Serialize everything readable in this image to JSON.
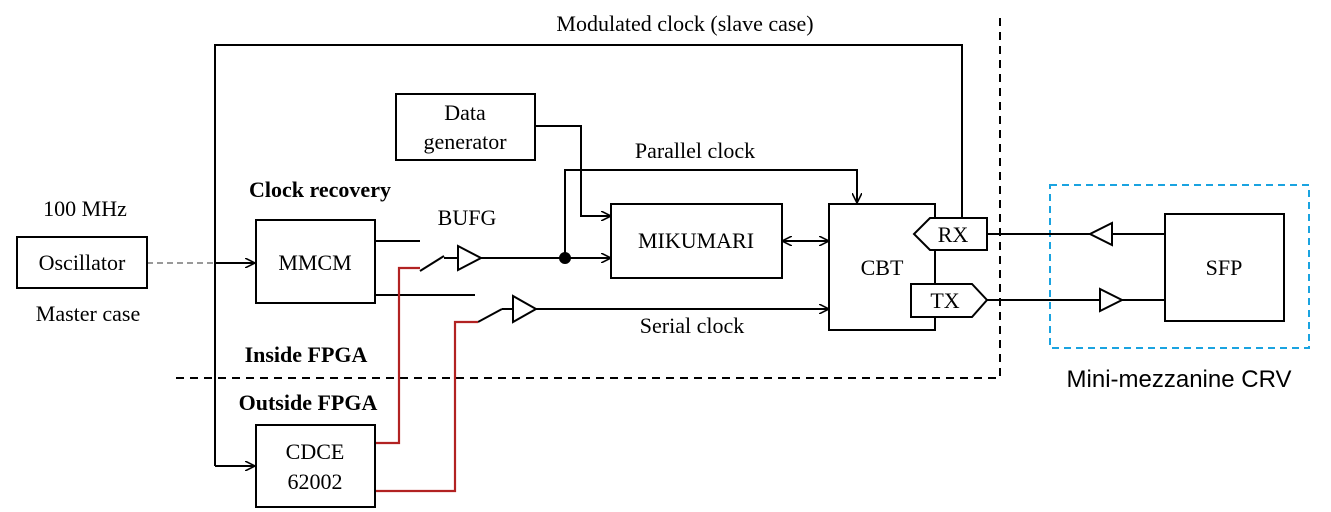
{
  "labels": {
    "modulated_clock": "Modulated clock (slave case)",
    "data_generator_line1": "Data",
    "data_generator_line2": "generator",
    "parallel_clock": "Parallel clock",
    "clock_recovery": "Clock recovery",
    "freq_100mhz": "100 MHz",
    "bufg": "BUFG",
    "oscillator": "Oscillator",
    "mmcm": "MMCM",
    "mikumari": "MIKUMARI",
    "cbt": "CBT",
    "rx": "RX",
    "tx": "TX",
    "sfp": "SFP",
    "master_case": "Master case",
    "serial_clock": "Serial clock",
    "inside_fpga": "Inside FPGA",
    "outside_fpga": "Outside FPGA",
    "cdce_line1": "CDCE",
    "cdce_line2": "62002",
    "mini_mezzanine": "Mini-mezzanine CRV"
  },
  "colors": {
    "line": "#000000",
    "red_wire": "#b22222",
    "dashed_gray": "#999999",
    "mezzanine_border": "#1aa3e0"
  }
}
